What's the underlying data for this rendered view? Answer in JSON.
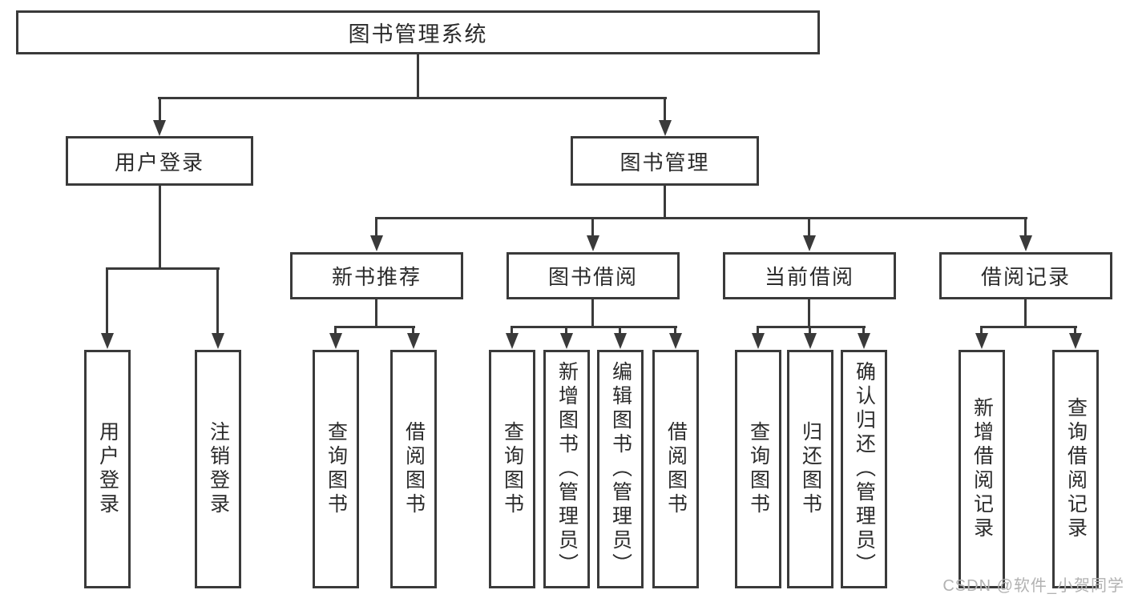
{
  "root_label": "图书管理系统",
  "branches": [
    {
      "label": "用户登录",
      "children": [
        "用户登录",
        "注销登录"
      ]
    },
    {
      "label": "图书管理",
      "groups": [
        {
          "label": "新书推荐",
          "children": [
            "查询图书",
            "借阅图书"
          ]
        },
        {
          "label": "图书借阅",
          "children": [
            "查询图书",
            "新增图书（管理员）",
            "编辑图书（管理员）",
            "借阅图书"
          ]
        },
        {
          "label": "当前借阅",
          "children": [
            "查询图书",
            "归还图书",
            "确认归还（管理员）"
          ]
        },
        {
          "label": "借阅记录",
          "children": [
            "新增借阅记录",
            "查询借阅记录"
          ]
        }
      ]
    }
  ],
  "watermark": "CSDN @软件_小贺同学",
  "colors": {
    "line": "#3a3a3a",
    "text": "#2b2b2b",
    "watermark": "#b2b2b2",
    "background": "#ffffff"
  }
}
